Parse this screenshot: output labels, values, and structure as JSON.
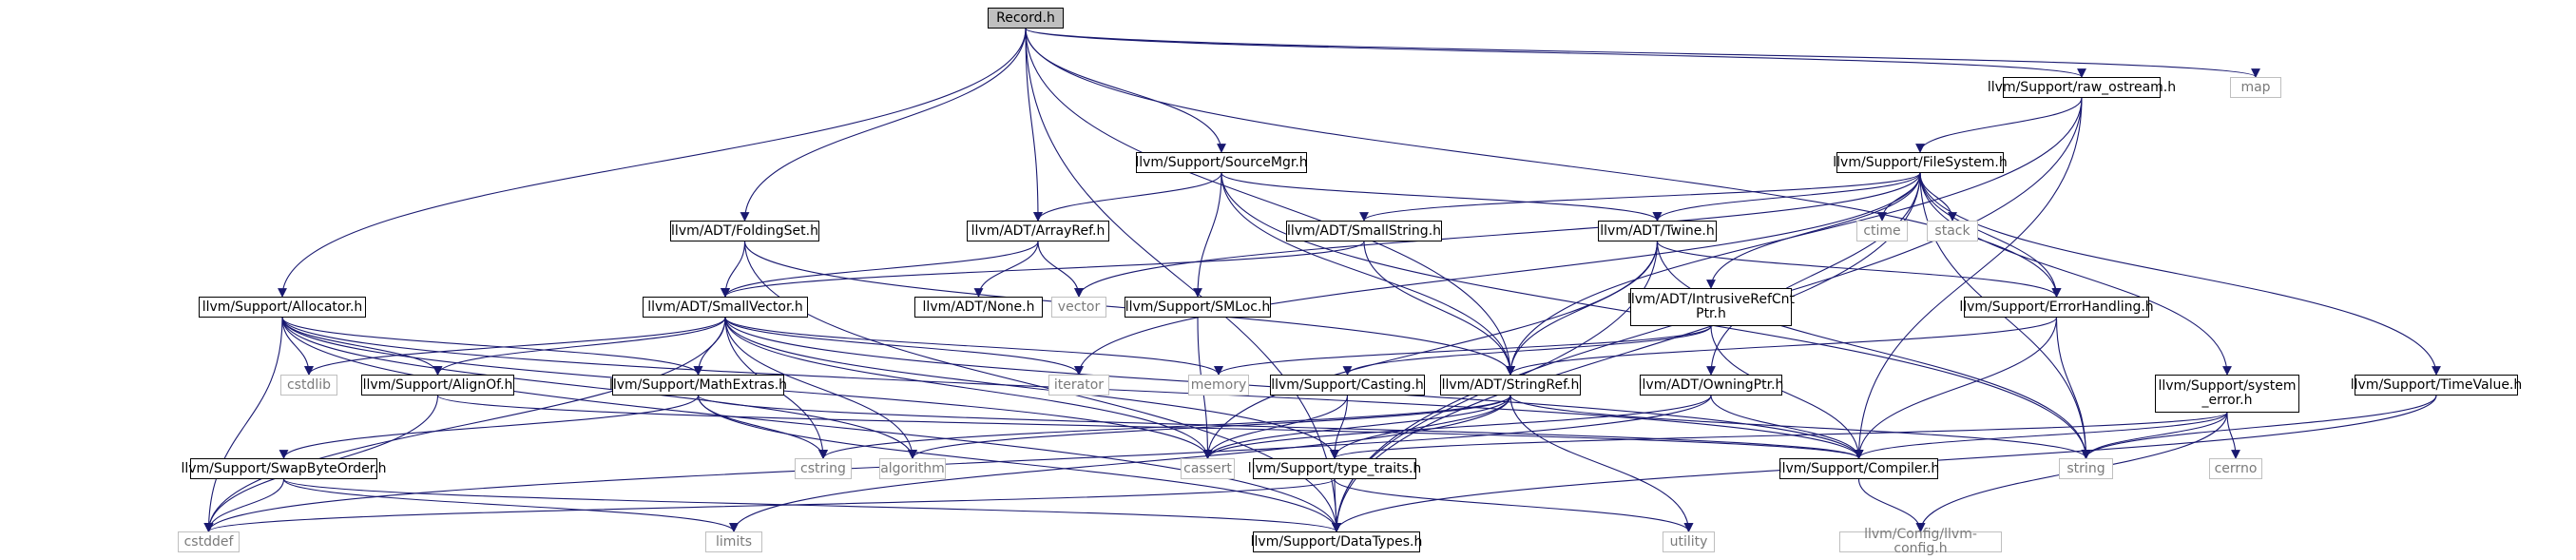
{
  "colors": {
    "edge": "#191970",
    "node_border": "#000000",
    "system_border": "#bfbfbf",
    "root_fill": "#bfbfbf"
  },
  "nodes": [
    {
      "id": "record",
      "label": "Record.h",
      "kind": "root"
    },
    {
      "id": "raw_ostream",
      "label": "llvm/Support/raw_ostream.h",
      "kind": "local"
    },
    {
      "id": "map",
      "label": "map",
      "kind": "system"
    },
    {
      "id": "sourcemgr",
      "label": "llvm/Support/SourceMgr.h",
      "kind": "local"
    },
    {
      "id": "filesystem",
      "label": "llvm/Support/FileSystem.h",
      "kind": "local"
    },
    {
      "id": "foldingset",
      "label": "llvm/ADT/FoldingSet.h",
      "kind": "local"
    },
    {
      "id": "arrayref",
      "label": "llvm/ADT/ArrayRef.h",
      "kind": "local"
    },
    {
      "id": "smallstring",
      "label": "llvm/ADT/SmallString.h",
      "kind": "local"
    },
    {
      "id": "twine",
      "label": "llvm/ADT/Twine.h",
      "kind": "local"
    },
    {
      "id": "ctime",
      "label": "ctime",
      "kind": "system"
    },
    {
      "id": "stack",
      "label": "stack",
      "kind": "system"
    },
    {
      "id": "allocator",
      "label": "llvm/Support/Allocator.h",
      "kind": "local"
    },
    {
      "id": "smallvector",
      "label": "llvm/ADT/SmallVector.h",
      "kind": "local"
    },
    {
      "id": "none",
      "label": "llvm/ADT/None.h",
      "kind": "local"
    },
    {
      "id": "vector",
      "label": "vector",
      "kind": "system"
    },
    {
      "id": "smloc",
      "label": "llvm/Support/SMLoc.h",
      "kind": "local"
    },
    {
      "id": "intrusive",
      "label": "llvm/ADT/IntrusiveRefCnt\nPtr.h",
      "kind": "local"
    },
    {
      "id": "errorhandling",
      "label": "llvm/Support/ErrorHandling.h",
      "kind": "local"
    },
    {
      "id": "cstdlib",
      "label": "cstdlib",
      "kind": "system"
    },
    {
      "id": "alignof",
      "label": "llvm/Support/AlignOf.h",
      "kind": "local"
    },
    {
      "id": "mathextras",
      "label": "llvm/Support/MathExtras.h",
      "kind": "local"
    },
    {
      "id": "iterator",
      "label": "iterator",
      "kind": "system"
    },
    {
      "id": "memory",
      "label": "memory",
      "kind": "system"
    },
    {
      "id": "casting",
      "label": "llvm/Support/Casting.h",
      "kind": "local"
    },
    {
      "id": "stringref",
      "label": "llvm/ADT/StringRef.h",
      "kind": "local"
    },
    {
      "id": "owningptr",
      "label": "llvm/ADT/OwningPtr.h",
      "kind": "local"
    },
    {
      "id": "system_error",
      "label": "llvm/Support/system\n_error.h",
      "kind": "local"
    },
    {
      "id": "timevalue",
      "label": "llvm/Support/TimeValue.h",
      "kind": "local"
    },
    {
      "id": "algorithm",
      "label": "algorithm",
      "kind": "system"
    },
    {
      "id": "cstring",
      "label": "cstring",
      "kind": "system"
    },
    {
      "id": "cassert",
      "label": "cassert",
      "kind": "system"
    },
    {
      "id": "type_traits",
      "label": "llvm/Support/type_traits.h",
      "kind": "local"
    },
    {
      "id": "compiler",
      "label": "llvm/Support/Compiler.h",
      "kind": "local"
    },
    {
      "id": "string",
      "label": "string",
      "kind": "system"
    },
    {
      "id": "cerrno",
      "label": "cerrno",
      "kind": "system"
    },
    {
      "id": "swapbyteorder",
      "label": "llvm/Support/SwapByteOrder.h",
      "kind": "local"
    },
    {
      "id": "cstddef",
      "label": "cstddef",
      "kind": "system"
    },
    {
      "id": "limits",
      "label": "limits",
      "kind": "system"
    },
    {
      "id": "datatypes",
      "label": "llvm/Support/DataTypes.h",
      "kind": "local"
    },
    {
      "id": "utility",
      "label": "utility",
      "kind": "system"
    },
    {
      "id": "llvmconfig",
      "label": "llvm/Config/llvm-config.h",
      "kind": "system"
    }
  ],
  "edges": [
    [
      "record",
      "raw_ostream"
    ],
    [
      "record",
      "map"
    ],
    [
      "record",
      "sourcemgr"
    ],
    [
      "record",
      "foldingset"
    ],
    [
      "record",
      "arrayref"
    ],
    [
      "record",
      "allocator"
    ],
    [
      "record",
      "stringref"
    ],
    [
      "record",
      "errorhandling"
    ],
    [
      "record",
      "datatypes"
    ],
    [
      "raw_ostream",
      "filesystem"
    ],
    [
      "raw_ostream",
      "stringref"
    ],
    [
      "raw_ostream",
      "compiler"
    ],
    [
      "raw_ostream",
      "datatypes"
    ],
    [
      "sourcemgr",
      "arrayref"
    ],
    [
      "sourcemgr",
      "twine"
    ],
    [
      "sourcemgr",
      "smloc"
    ],
    [
      "sourcemgr",
      "stringref"
    ],
    [
      "sourcemgr",
      "string"
    ],
    [
      "filesystem",
      "smallstring"
    ],
    [
      "filesystem",
      "twine"
    ],
    [
      "filesystem",
      "ctime"
    ],
    [
      "filesystem",
      "stack"
    ],
    [
      "filesystem",
      "intrusive"
    ],
    [
      "filesystem",
      "owningptr"
    ],
    [
      "filesystem",
      "errorhandling"
    ],
    [
      "filesystem",
      "system_error"
    ],
    [
      "filesystem",
      "timevalue"
    ],
    [
      "filesystem",
      "vector"
    ],
    [
      "filesystem",
      "iterator"
    ],
    [
      "filesystem",
      "string"
    ],
    [
      "filesystem",
      "datatypes"
    ],
    [
      "foldingset",
      "smallvector"
    ],
    [
      "foldingset",
      "stringref"
    ],
    [
      "foldingset",
      "datatypes"
    ],
    [
      "arrayref",
      "smallvector"
    ],
    [
      "arrayref",
      "none"
    ],
    [
      "arrayref",
      "vector"
    ],
    [
      "smallstring",
      "smallvector"
    ],
    [
      "smallstring",
      "stringref"
    ],
    [
      "twine",
      "stringref"
    ],
    [
      "twine",
      "errorhandling"
    ],
    [
      "twine",
      "cassert"
    ],
    [
      "twine",
      "string"
    ],
    [
      "twine",
      "datatypes"
    ],
    [
      "allocator",
      "cstdlib"
    ],
    [
      "allocator",
      "alignof"
    ],
    [
      "allocator",
      "mathextras"
    ],
    [
      "allocator",
      "cstddef"
    ],
    [
      "allocator",
      "compiler"
    ],
    [
      "allocator",
      "algorithm"
    ],
    [
      "allocator",
      "cassert"
    ],
    [
      "allocator",
      "datatypes"
    ],
    [
      "smallvector",
      "cstdlib"
    ],
    [
      "smallvector",
      "alignof"
    ],
    [
      "smallvector",
      "mathextras"
    ],
    [
      "smallvector",
      "iterator"
    ],
    [
      "smallvector",
      "memory"
    ],
    [
      "smallvector",
      "algorithm"
    ],
    [
      "smallvector",
      "cstring"
    ],
    [
      "smallvector",
      "cassert"
    ],
    [
      "smallvector",
      "type_traits"
    ],
    [
      "smallvector",
      "compiler"
    ],
    [
      "smallvector",
      "cstddef"
    ],
    [
      "smloc",
      "cassert"
    ],
    [
      "intrusive",
      "memory"
    ],
    [
      "intrusive",
      "casting"
    ],
    [
      "intrusive",
      "compiler"
    ],
    [
      "errorhandling",
      "stringref"
    ],
    [
      "errorhandling",
      "compiler"
    ],
    [
      "errorhandling",
      "string"
    ],
    [
      "alignof",
      "compiler"
    ],
    [
      "alignof",
      "cstddef"
    ],
    [
      "mathextras",
      "swapbyteorder"
    ],
    [
      "mathextras",
      "compiler"
    ],
    [
      "mathextras",
      "datatypes"
    ],
    [
      "mathextras",
      "cstring"
    ],
    [
      "casting",
      "type_traits"
    ],
    [
      "casting",
      "cassert"
    ],
    [
      "stringref",
      "type_traits"
    ],
    [
      "stringref",
      "algorithm"
    ],
    [
      "stringref",
      "cassert"
    ],
    [
      "stringref",
      "cstring"
    ],
    [
      "stringref",
      "limits"
    ],
    [
      "stringref",
      "string"
    ],
    [
      "stringref",
      "utility"
    ],
    [
      "owningptr",
      "compiler"
    ],
    [
      "owningptr",
      "cassert"
    ],
    [
      "owningptr",
      "cstddef"
    ],
    [
      "system_error",
      "compiler"
    ],
    [
      "system_error",
      "cerrno"
    ],
    [
      "system_error",
      "string"
    ],
    [
      "system_error",
      "type_traits"
    ],
    [
      "system_error",
      "llvmconfig"
    ],
    [
      "timevalue",
      "datatypes"
    ],
    [
      "timevalue",
      "string"
    ],
    [
      "type_traits",
      "datatypes"
    ],
    [
      "type_traits",
      "cstddef"
    ],
    [
      "type_traits",
      "utility"
    ],
    [
      "compiler",
      "llvmconfig"
    ],
    [
      "swapbyteorder",
      "cstddef"
    ],
    [
      "swapbyteorder",
      "limits"
    ],
    [
      "swapbyteorder",
      "datatypes"
    ]
  ]
}
